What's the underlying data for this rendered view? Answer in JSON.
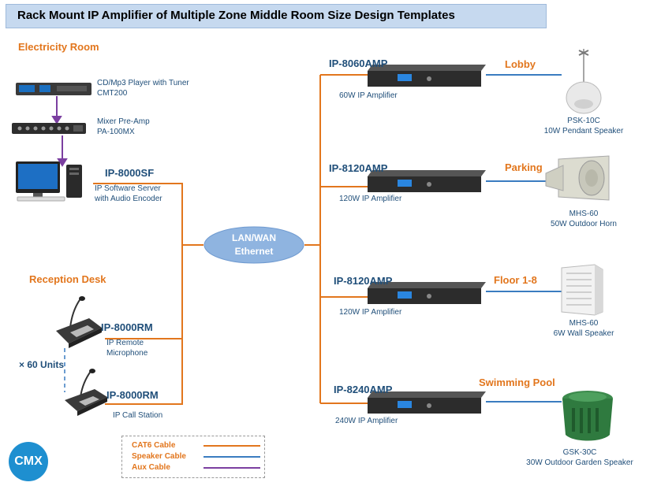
{
  "title": "Rack Mount IP Amplifier of Multiple Zone Middle Room Size Design Templates",
  "sections": {
    "electricity_room": "Electricity Room",
    "reception_desk": "Reception Desk"
  },
  "source_devices": {
    "cd_player": {
      "line1": "CD/Mp3 Player with Tuner",
      "line2": "CMT200"
    },
    "mixer": {
      "line1": "Mixer Pre-Amp",
      "line2": "PA-100MX"
    },
    "server": {
      "model": "IP-8000SF",
      "line1": "IP  Software Server",
      "line2": "with  Audio Encoder"
    },
    "remote_mic": {
      "model": "IP-8000RM",
      "line1": "IP  Remote",
      "line2": "Microphone"
    },
    "call_station": {
      "model": "IP-8000RM",
      "line1": "IP  Call Station"
    },
    "units": "× 60 Units"
  },
  "network": {
    "line1": "LAN/WAN",
    "line2": "Ethernet"
  },
  "amplifiers": [
    {
      "model": "IP-8060AMP",
      "desc": "60W IP Amplifier"
    },
    {
      "model": "IP-8120AMP",
      "desc": "120W IP Amplifier"
    },
    {
      "model": "IP-8120AMP",
      "desc": "120W IP Amplifier"
    },
    {
      "model": "IP-8240AMP",
      "desc": "240W IP Amplifier"
    }
  ],
  "zones": [
    {
      "name": "Lobby",
      "speaker_model": "PSK-10C",
      "speaker_desc": "10W Pendant Speaker"
    },
    {
      "name": "Parking",
      "speaker_model": "MHS-60",
      "speaker_desc": "50W Outdoor Horn"
    },
    {
      "name": "Floor 1-8",
      "speaker_model": "MHS-60",
      "speaker_desc": "6W Wall Speaker"
    },
    {
      "name": "Swimming Pool",
      "speaker_model": "GSK-30C",
      "speaker_desc": "30W Outdoor Garden Speaker"
    }
  ],
  "legend": [
    {
      "label": "CAT6 Cable",
      "color": "#e2761d"
    },
    {
      "label": "Speaker Cable",
      "color": "#3a7cc0"
    },
    {
      "label": "Aux Cable",
      "color": "#7b3fa0"
    }
  ],
  "logo": "CMX",
  "colors": {
    "cat6": "#e2761d",
    "speaker": "#3a7cc0",
    "aux": "#7b3fa0",
    "ellipse": "#8fb4e0"
  }
}
